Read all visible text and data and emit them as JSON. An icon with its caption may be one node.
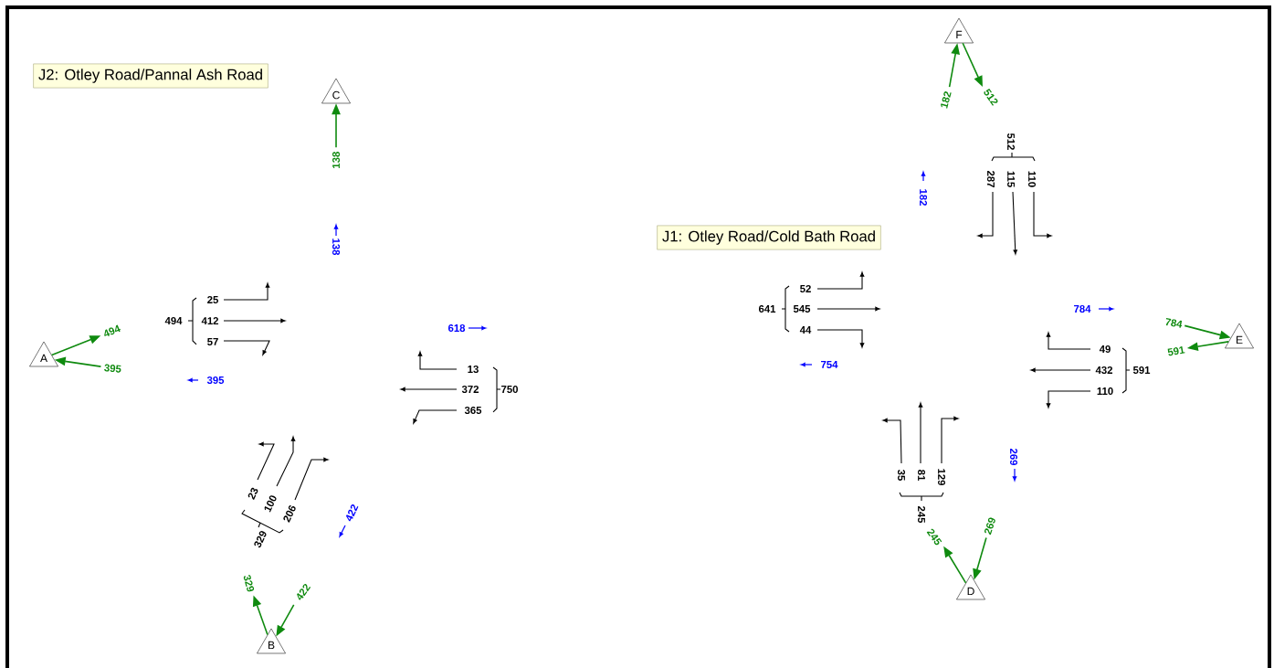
{
  "diagram": {
    "nodes": [
      {
        "text": [
          "J2: Otley Road/Pannal Ash Road"
        ]
      },
      {
        "text": [
          "C"
        ]
      },
      {
        "text": [
          "A"
        ]
      },
      {
        "text": [
          "B"
        ]
      },
      {
        "text": [
          "J1: Otley Road/Cold Bath Road"
        ]
      },
      {
        "text": [
          "F"
        ]
      },
      {
        "text": [
          "E"
        ]
      },
      {
        "text": [
          "D"
        ]
      }
    ],
    "edges": [
      {
        "from": 2,
        "to": null,
        "arrow": "to",
        "label": "494"
      },
      {
        "from": null,
        "to": 2,
        "arrow": "to",
        "label": "395"
      },
      {
        "from": null,
        "to": 1,
        "arrow": "to",
        "label": "138"
      },
      {
        "from": 3,
        "to": null,
        "arrow": "to",
        "label": "329"
      },
      {
        "from": null,
        "to": 3,
        "arrow": "to",
        "label": "422"
      },
      {
        "from": null,
        "to": 5,
        "arrow": "to",
        "label": "182"
      },
      {
        "from": 5,
        "to": null,
        "arrow": "to",
        "label": "512"
      },
      {
        "from": null,
        "to": 6,
        "arrow": "to",
        "label": "784"
      },
      {
        "from": 6,
        "to": null,
        "arrow": "to",
        "label": "591"
      },
      {
        "from": 7,
        "to": null,
        "arrow": "to",
        "label": "245"
      },
      {
        "from": null,
        "to": 7,
        "arrow": "to",
        "label": "269"
      }
    ],
    "labels": [
      "25",
      "412",
      "57",
      "494",
      "138",
      "618",
      "395",
      "13",
      "372",
      "365",
      "750",
      "23",
      "100",
      "206",
      "329",
      "422",
      "512",
      "287",
      "115",
      "110",
      "182",
      "52",
      "545",
      "44",
      "641",
      "784",
      "754",
      "49",
      "432",
      "110",
      "591",
      "35",
      "81",
      "129",
      "245",
      "269"
    ]
  }
}
